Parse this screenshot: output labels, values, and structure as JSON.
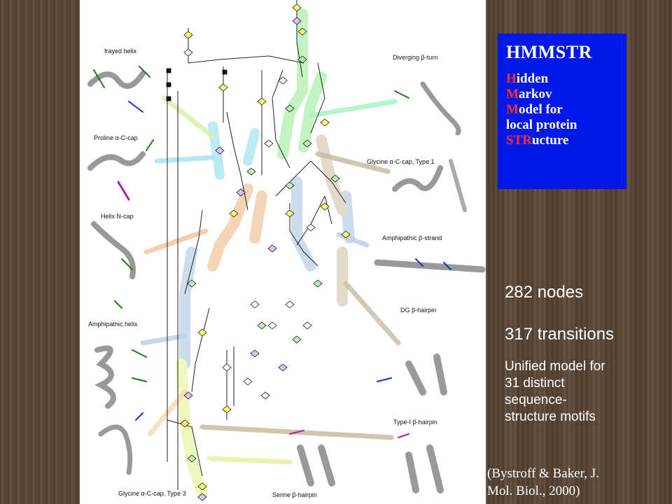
{
  "title": "HMMSTR",
  "acronym_lines": [
    {
      "first": "H",
      "rest": "idden"
    },
    {
      "first": "M",
      "rest": "arkov"
    },
    {
      "first": "M",
      "rest": "odel for"
    },
    {
      "first": "",
      "rest": "local protein"
    },
    {
      "first": "STR",
      "rest": "ucture"
    }
  ],
  "stats": {
    "nodes": "282 nodes",
    "transitions": "317 transitions"
  },
  "description": [
    "Unified model for",
    "31 distinct",
    "sequence-",
    "structure motifs"
  ],
  "citation": [
    "(Bystroff & Baker, J.",
    "Mol. Biol., 2000)"
  ],
  "motifs": {
    "frayed_helix": "frayed helix",
    "proline_c_cap": "Proline α-C-cap",
    "helix_n_cap": "Helix N-cap",
    "amphipathic_helix": "Amphipathic helix",
    "glycine_c_cap_3": "Glycine α-C-cap, Type 3",
    "diverging_turn": "Diverging β-turn",
    "glycine_c_cap_1": "Glycine α-C-cap, Type 1",
    "amphipathic_strand": "Amphipathic β-strand",
    "dg_hairpin": "DG β-hairpin",
    "type1_hairpin": "Type-I β-hairpin",
    "serine_hairpin": "Serine β-hairpin"
  },
  "colors": {
    "title_box": "#0018e6",
    "acronym_letters": "#ff3030",
    "text": "#ffffff"
  }
}
